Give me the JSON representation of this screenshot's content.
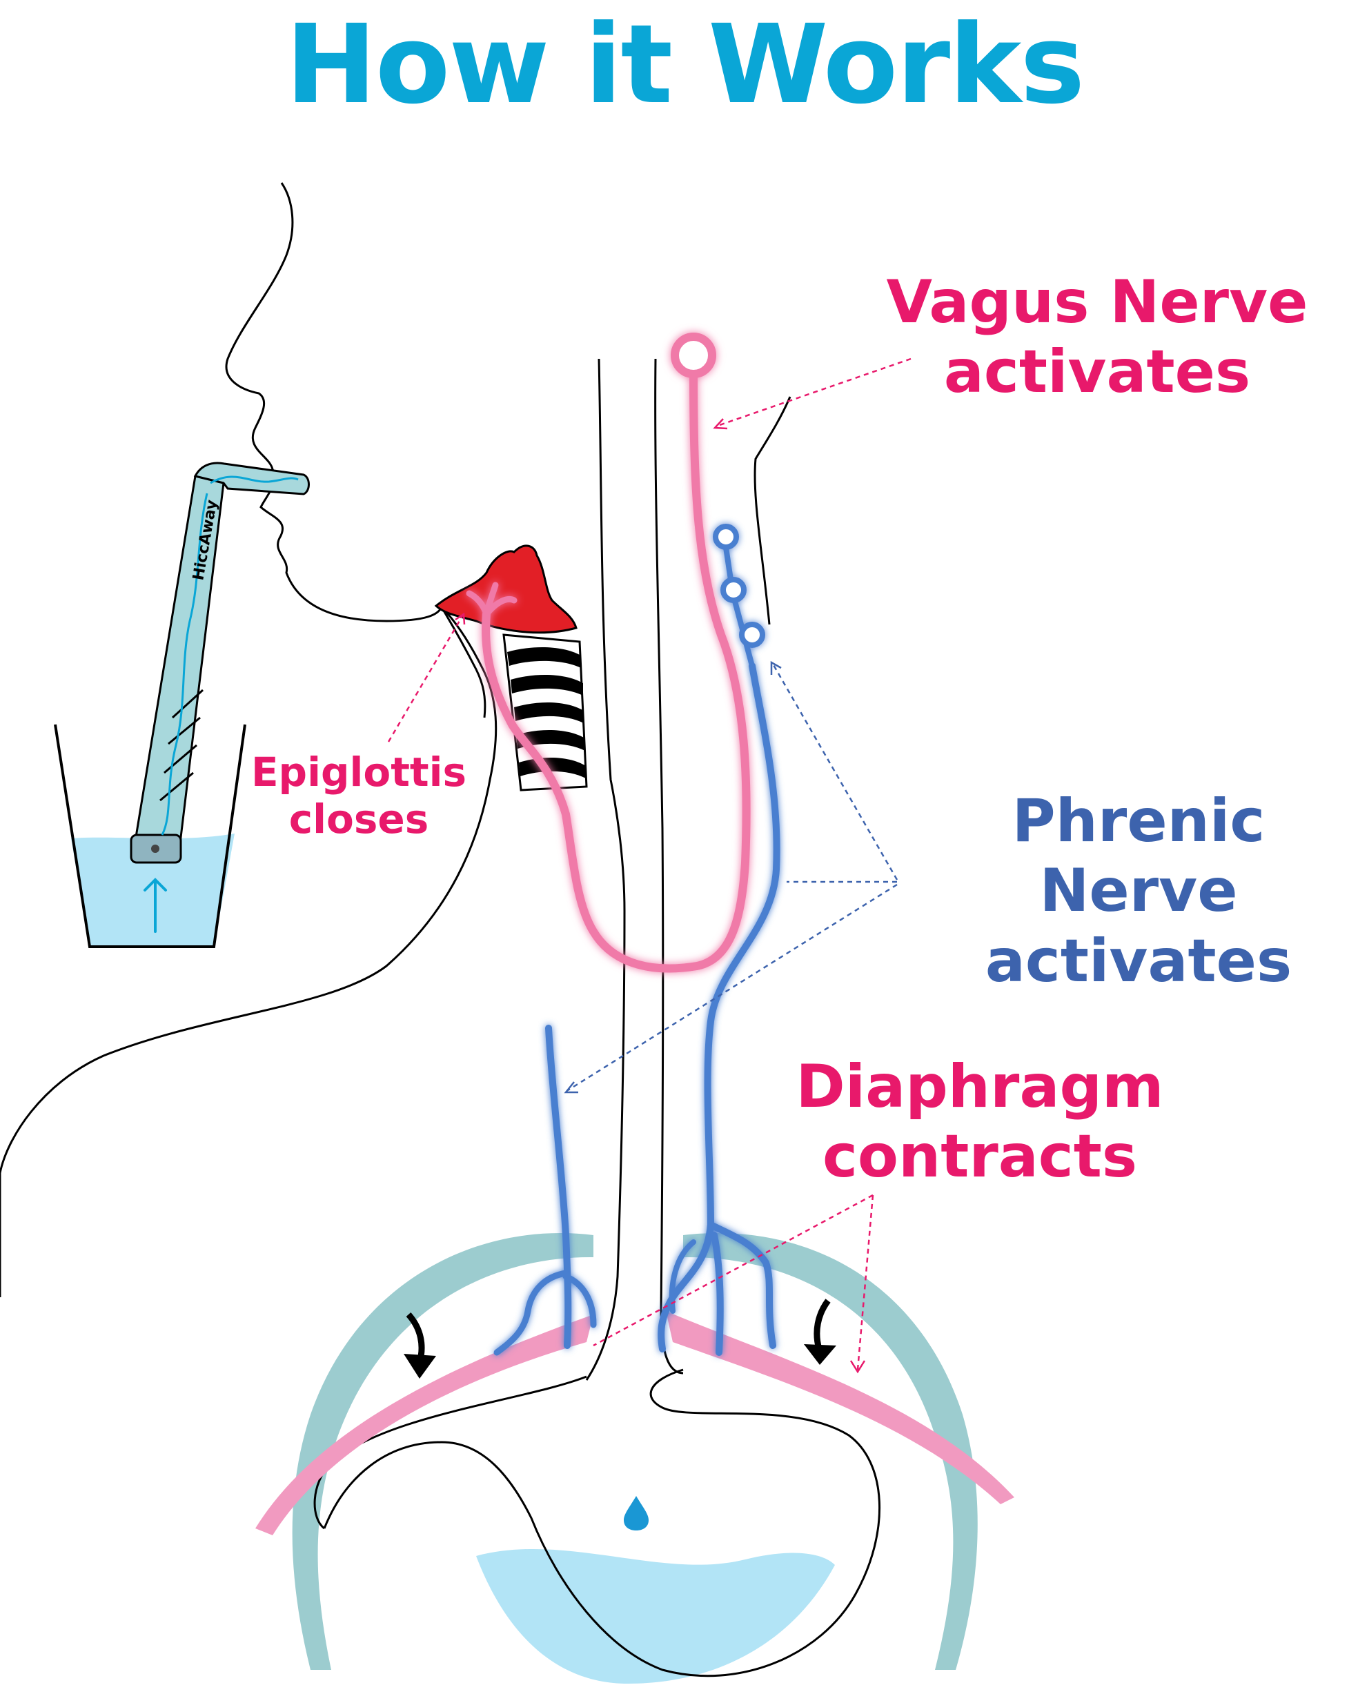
{
  "title": "How it Works",
  "colors": {
    "title": "#0aa6d6",
    "pink_label": "#e8196b",
    "blue_label": "#3d63ad",
    "vagus_nerve": "#f07aa8",
    "phrenic_nerve": "#4a7fd0",
    "diaphragm": "#f19ac0",
    "ribs": "#9ccccf",
    "water": "#b2e4f6",
    "straw": "#a8d8dc",
    "epiglottis": "#e21f26"
  },
  "labels": {
    "vagus": [
      "Vagus Nerve",
      "activates"
    ],
    "phrenic": [
      "Phrenic Nerve",
      "activates"
    ],
    "diaphragm": [
      "Diaphragm",
      "contracts"
    ],
    "epiglottis": [
      "Epiglottis",
      "closes"
    ]
  },
  "straw_brand": "HiccAway",
  "icons": {
    "stomach_droplet": "water-drop-icon",
    "diaphragm_arrows": "down-arrow-icon",
    "straw_arrow": "up-arrow-icon"
  }
}
